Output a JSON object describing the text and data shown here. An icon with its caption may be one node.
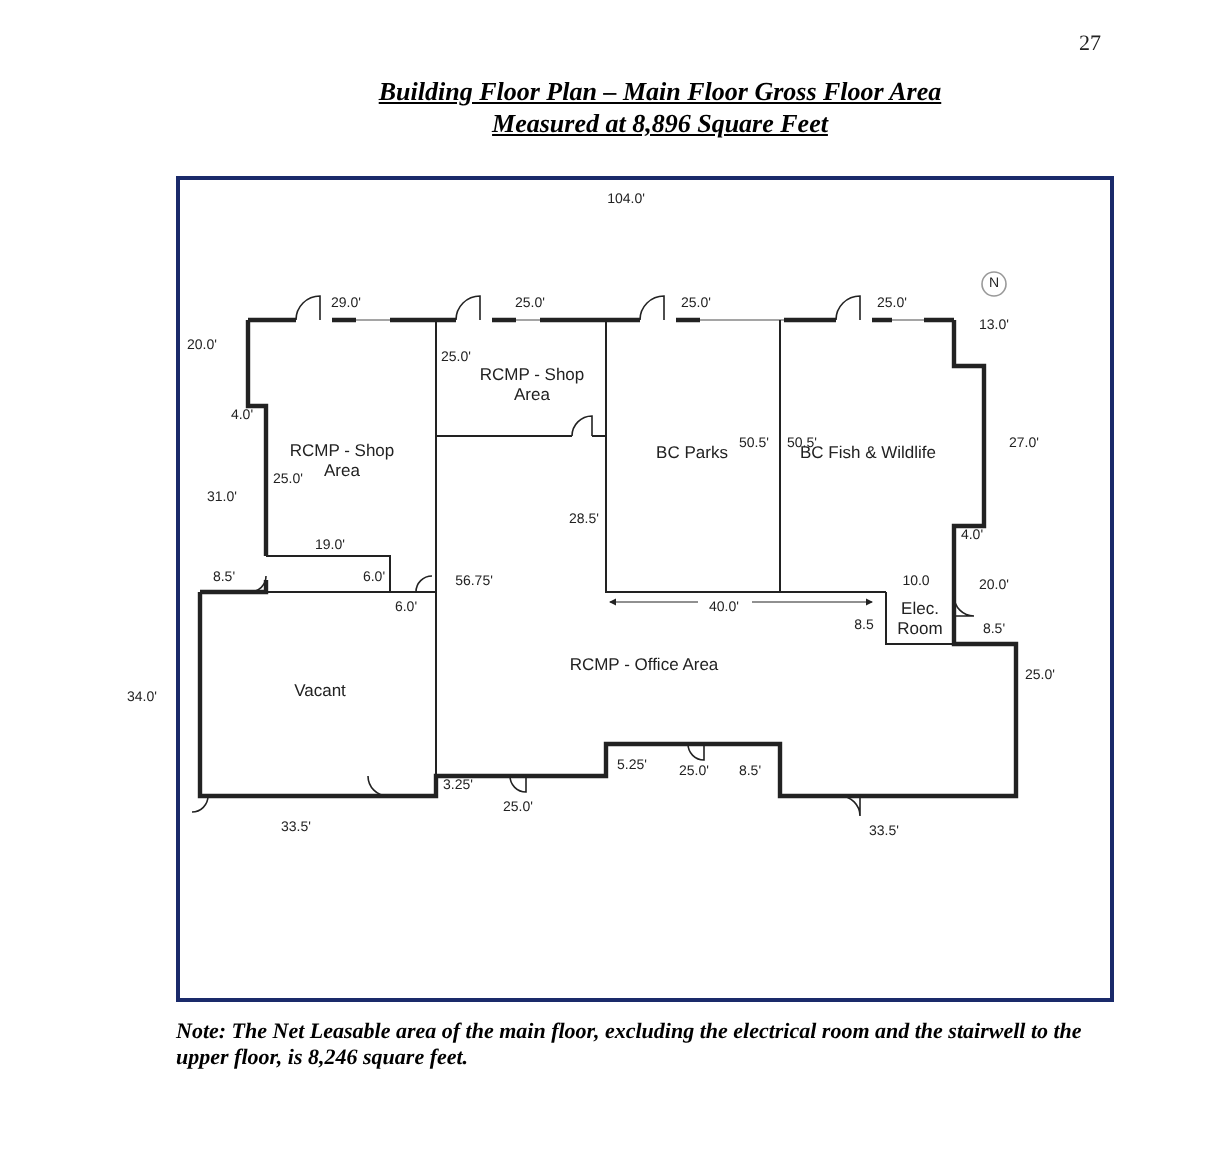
{
  "diagram": {
    "title": "Building Floor Plan – Main Floor Gross Floor Area Measured at 8,896 Square Feet",
    "caption": "Note: The Net Leasable area of the main floor, excluding the electrical room and the stairwell to the upper floor, is 8,246 square feet.",
    "nodes": [
      {
        "text": [
          "RCMP - Shop Area"
        ]
      },
      {
        "text": [
          "RCMP - Shop Area"
        ]
      },
      {
        "text": [
          "BC Parks"
        ]
      },
      {
        "text": [
          "BC Fish & Wildlife"
        ]
      },
      {
        "text": [
          "Vacant"
        ]
      },
      {
        "text": [
          "RCMP - Office Area"
        ]
      },
      {
        "text": [
          "Elec. Room"
        ]
      }
    ],
    "edges": [],
    "labels": [
      "27",
      "104.0'",
      "N",
      "29.0'",
      "25.0'",
      "25.0'",
      "25.0'",
      "13.0'",
      "20.0'",
      "25.0'",
      "4.0'",
      "50.5'",
      "50.5'",
      "27.0'",
      "25.0'",
      "31.0'",
      "28.5'",
      "4.0'",
      "19.0'",
      "8.5'",
      "6.0'",
      "56.75'",
      "10.0",
      "20.0'",
      "6.0'",
      "40.0'",
      "8.5",
      "8.5'",
      "25.0'",
      "34.0'",
      "5.25'",
      "25.0'",
      "8.5'",
      "3.25'",
      "25.0'",
      "33.5'",
      "33.5'"
    ]
  }
}
